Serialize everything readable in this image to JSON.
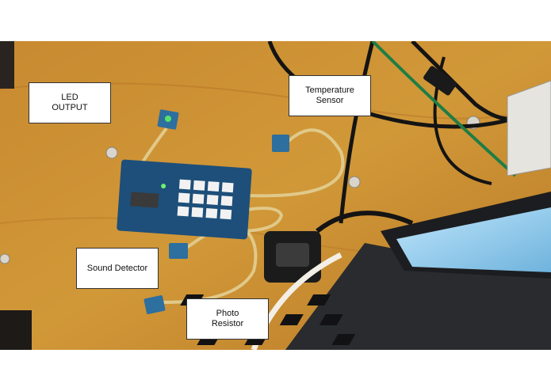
{
  "callouts": {
    "led_output": "LED\nOUTPUT",
    "temperature_sensor": "Temperature\nSensor",
    "sound_detector": "Sound Detector",
    "photo_resistor": "Photo\nResistor"
  },
  "colors": {
    "table": "#c8882e",
    "board": "#1d4f7a",
    "module": "#2d6f9e",
    "cable": "#e0c98a",
    "laptop_body": "#2a2b2e",
    "laptop_screen": "#9fd3f0"
  }
}
